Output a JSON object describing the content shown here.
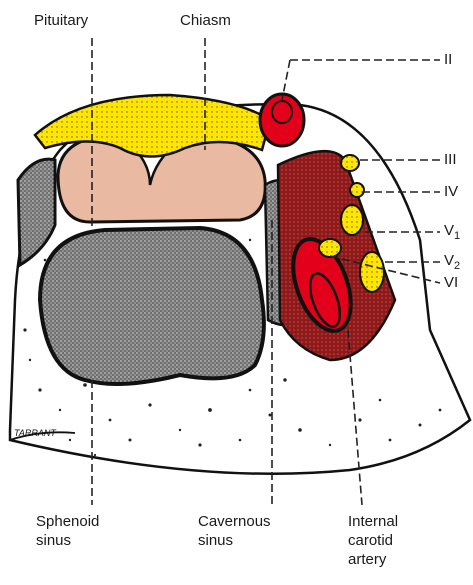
{
  "labels": {
    "pituitary": "Pituitary",
    "chiasm": "Chiasm",
    "nerve_ii": "II",
    "nerve_iii": "III",
    "nerve_iv": "IV",
    "nerve_v1_main": "V",
    "nerve_v1_sub": "1",
    "nerve_v2_main": "V",
    "nerve_v2_sub": "2",
    "nerve_vi": "VI",
    "sphenoid_line1": "Sphenoid",
    "sphenoid_line2": "sinus",
    "cavernous_line1": "Cavernous",
    "cavernous_line2": "sinus",
    "carotid_line1": "Internal",
    "carotid_line2": "carotid",
    "carotid_line3": "artery",
    "signature": "TARRANT"
  },
  "colors": {
    "yellow": "#ffe500",
    "red": "#e3001b",
    "dark_red": "#8c1a1a",
    "pink": "#e9b9a1",
    "sinus_gray": "#7f7f7f",
    "bone": "#ffffff",
    "line": "#111111"
  }
}
